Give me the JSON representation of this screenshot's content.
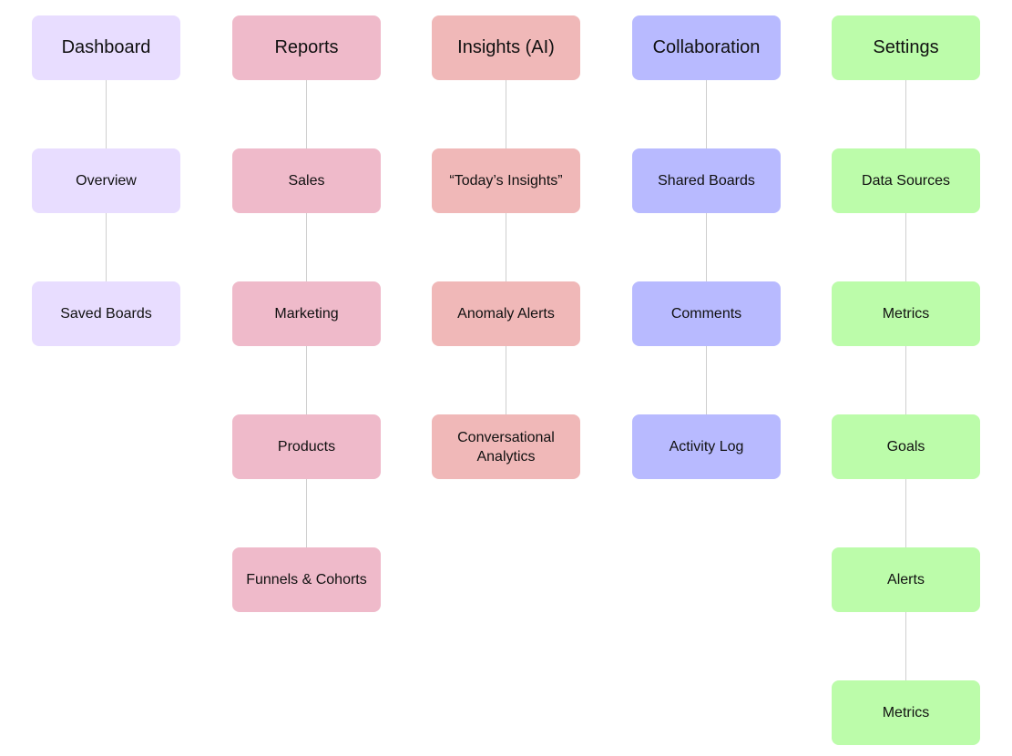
{
  "columns": {
    "dashboard": {
      "title": "Dashboard",
      "color": "#e8ddff",
      "items": [
        "Overview",
        "Saved Boards"
      ]
    },
    "reports": {
      "title": "Reports",
      "color": "#efbaca",
      "items": [
        "Sales",
        "Marketing",
        "Products",
        "Funnels & Cohorts"
      ]
    },
    "insights": {
      "title": "Insights (AI)",
      "color": "#f0b8b8",
      "items": [
        "“Today’s Insights”",
        "Anomaly Alerts",
        "Conversational Analytics"
      ]
    },
    "collaboration": {
      "title": "Collaboration",
      "color": "#b8baff",
      "items": [
        "Shared Boards",
        "Comments",
        "Activity Log"
      ]
    },
    "settings": {
      "title": "Settings",
      "color": "#bcfcaa",
      "items": [
        "Data Sources",
        "Metrics",
        "Goals",
        "Alerts",
        "Metrics"
      ]
    }
  }
}
